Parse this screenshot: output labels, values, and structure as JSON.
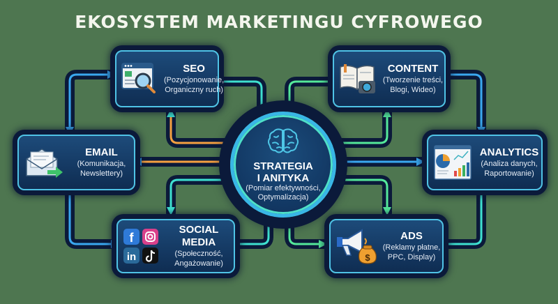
{
  "title": "EKOSYSTEM MARKETINGU CYFROWEGO",
  "colors": {
    "background": "#4e7650",
    "box_fill": "#153a64",
    "box_border": "#4fc3e6",
    "wire_blue": "#3aa8f0",
    "wire_teal": "#3ee0d0",
    "wire_green": "#54e89a",
    "wire_orange": "#f5a040"
  },
  "hub": {
    "icon": "brain-icon",
    "title_line1": "STRATEGIA",
    "title_line2": "I ANITYKA",
    "sub_line1": "(Pomiar efektywności,",
    "sub_line2": "Optymalizacja)"
  },
  "nodes": {
    "seo": {
      "icon": "browser-magnifier-icon",
      "title": "SEO",
      "sub_line1": "(Pozycjonowanie,",
      "sub_line2": "Organiczny ruch)"
    },
    "content": {
      "icon": "book-camera-icon",
      "title": "CONTENT",
      "sub_line1": "(Tworzenie treści,",
      "sub_line2": "Blogi, Wideo)"
    },
    "email": {
      "icon": "envelope-arrow-icon",
      "title": "EMAIL",
      "sub_line1": "(Komunikacja,",
      "sub_line2": "Newslettery)"
    },
    "analytics": {
      "icon": "dashboard-chart-icon",
      "title": "ANALYTICS",
      "sub_line1": "(Analiza danych,",
      "sub_line2": "Raportowanie)"
    },
    "social": {
      "icon": "social-logos-icon",
      "title": "SOCIAL MEDIA",
      "sub_line1": "(Społeczność,",
      "sub_line2": "Angażowanie)",
      "logos": [
        "f",
        "in"
      ]
    },
    "ads": {
      "icon": "megaphone-moneybag-icon",
      "title": "ADS",
      "sub_line1": "(Reklamy płatne,",
      "sub_line2": "PPC, Display)"
    }
  }
}
